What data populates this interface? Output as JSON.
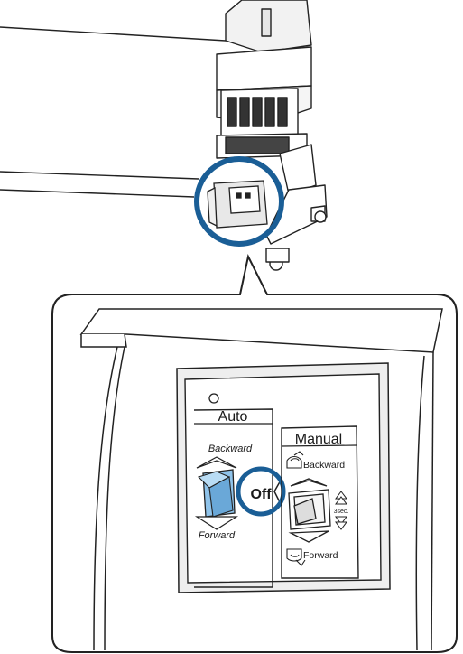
{
  "panel": {
    "auto_label": "Auto",
    "manual_label": "Manual",
    "auto_backward": "Backward",
    "auto_forward": "Forward",
    "off_label": "Off",
    "manual_backward": "Backward",
    "manual_forward": "Forward",
    "manual_3sec": "3sec."
  },
  "colors": {
    "highlight_ring": "#1a5e96",
    "switch_blue": "#8fc3ea",
    "callout_line": "#222222",
    "printer_gray": "#e6e6e6"
  }
}
